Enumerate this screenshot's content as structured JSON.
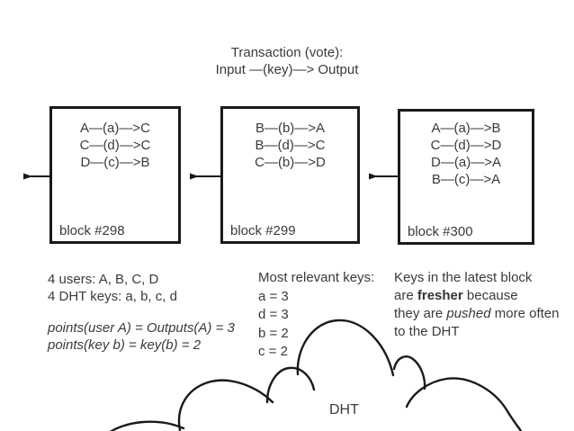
{
  "title": {
    "line1": "Transaction (vote):",
    "line2": "Input —(key)—> Output"
  },
  "blocks": [
    {
      "label": "block #298",
      "transactions": [
        "A—(a)—>C",
        "C—(d)—>C",
        "D—(c)—>B"
      ]
    },
    {
      "label": "block #299",
      "transactions": [
        "B—(b)—>A",
        "B—(d)—>C",
        "C—(b)—>D"
      ]
    },
    {
      "label": "block #300",
      "transactions": [
        "A—(a)—>B",
        "C—(d)—>D",
        "D—(a)—>A",
        "B—(c)—>A"
      ]
    }
  ],
  "notes_left": {
    "users": "4 users: A, B, C, D",
    "dht_keys": "4 DHT keys: a, b, c, d",
    "points_user": "points(user A) = Outputs(A) = 3",
    "points_key": "points(key b) = key(b) = 2"
  },
  "relevant_keys": {
    "heading": "Most relevant keys:",
    "items": [
      "a = 3",
      "d = 3",
      "b = 2",
      "c = 2"
    ]
  },
  "freshness_note": {
    "line1": "Keys in the latest block",
    "line2_pre": "are ",
    "line2_bold": "fresher",
    "line2_post": " because",
    "line3_pre": "they are ",
    "line3_italic": "pushed",
    "line3_post": " more often",
    "line4": "to the DHT"
  },
  "cloud": {
    "label": "DHT"
  },
  "colors": {
    "ink": "#3a3a3a",
    "line": "#1a1a1a",
    "background": "#ffffff"
  }
}
